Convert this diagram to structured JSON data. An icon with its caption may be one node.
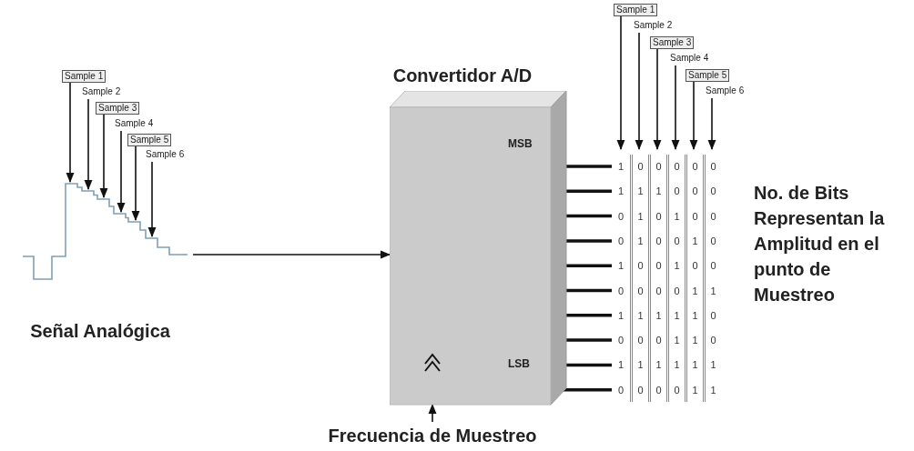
{
  "diagram": {
    "nodes": [
      {
        "text": [],
        "shape": "picture",
        "beside": [
          "Señal Analógica"
        ]
      },
      {
        "text": [
          "Sample 1"
        ]
      },
      {
        "text": [
          "Sample 2"
        ]
      },
      {
        "text": [
          "Sample 3"
        ]
      },
      {
        "text": [
          "Sample 4"
        ]
      },
      {
        "text": [
          "Sample 5"
        ]
      },
      {
        "text": [
          "Sample 6"
        ]
      },
      {
        "text": [
          "Convertidor A/D",
          "MSB",
          "LSB"
        ]
      },
      {
        "text": [
          "Frecuencia de Muestreo"
        ]
      },
      {
        "text": [
          "Sample 1"
        ]
      },
      {
        "text": [
          "Sample 2"
        ]
      },
      {
        "text": [
          "Sample 3"
        ]
      },
      {
        "text": [
          "Sample 4"
        ]
      },
      {
        "text": [
          "Sample 5"
        ]
      },
      {
        "text": [
          "Sample 6"
        ]
      },
      {
        "text": [
          "1",
          "1",
          "0",
          "0",
          "1",
          "0",
          "1",
          "0",
          "1",
          "0"
        ]
      },
      {
        "text": [
          "0",
          "1",
          "1",
          "1",
          "0",
          "0",
          "1",
          "0",
          "1",
          "0"
        ]
      },
      {
        "text": [
          "0",
          "1",
          "0",
          "0",
          "0",
          "0",
          "1",
          "0",
          "1",
          "0"
        ]
      },
      {
        "text": [
          "0",
          "0",
          "1",
          "0",
          "1",
          "0",
          "1",
          "1",
          "1",
          "0"
        ]
      },
      {
        "text": [
          "0",
          "0",
          "0",
          "1",
          "0",
          "1",
          "1",
          "1",
          "1",
          "1"
        ]
      },
      {
        "text": [
          "0",
          "0",
          "0",
          "0",
          "0",
          "1",
          "0",
          "0",
          "1",
          "1"
        ]
      }
    ],
    "edges": [
      {
        "from": 1,
        "to": 0,
        "arrow": "to"
      },
      {
        "from": 2,
        "to": 0,
        "arrow": "to"
      },
      {
        "from": 3,
        "to": 0,
        "arrow": "to"
      },
      {
        "from": 4,
        "to": 0,
        "arrow": "to"
      },
      {
        "from": 5,
        "to": 0,
        "arrow": "to"
      },
      {
        "from": 6,
        "to": 0,
        "arrow": "to"
      },
      {
        "from": 0,
        "to": 7,
        "arrow": "to"
      },
      {
        "from": 8,
        "to": 7,
        "arrow": "to"
      },
      {
        "from": 7,
        "to": 15,
        "arrow": "none",
        "style": "thick"
      },
      {
        "from": 7,
        "to": 15,
        "arrow": "none",
        "style": "thick"
      },
      {
        "from": 7,
        "to": 15,
        "arrow": "none",
        "style": "thick"
      },
      {
        "from": 7,
        "to": 15,
        "arrow": "none",
        "style": "thick"
      },
      {
        "from": 7,
        "to": 15,
        "arrow": "none",
        "style": "thick"
      },
      {
        "from": 7,
        "to": 15,
        "arrow": "none",
        "style": "thick"
      },
      {
        "from": 7,
        "to": 15,
        "arrow": "none",
        "style": "thick"
      },
      {
        "from": 7,
        "to": 15,
        "arrow": "none",
        "style": "thick"
      },
      {
        "from": 7,
        "to": 15,
        "arrow": "none",
        "style": "thick"
      },
      {
        "from": 7,
        "to": 15,
        "arrow": "none",
        "style": "thick"
      },
      {
        "from": 9,
        "to": 15,
        "arrow": "to"
      },
      {
        "from": 10,
        "to": 16,
        "arrow": "to"
      },
      {
        "from": 11,
        "to": 17,
        "arrow": "to"
      },
      {
        "from": 12,
        "to": 18,
        "arrow": "to"
      },
      {
        "from": 13,
        "to": 19,
        "arrow": "to"
      },
      {
        "from": 14,
        "to": 20,
        "arrow": "to"
      }
    ],
    "labels": [
      "No. de Bits Representan la Amplitud en el punto de Muestreo"
    ]
  }
}
